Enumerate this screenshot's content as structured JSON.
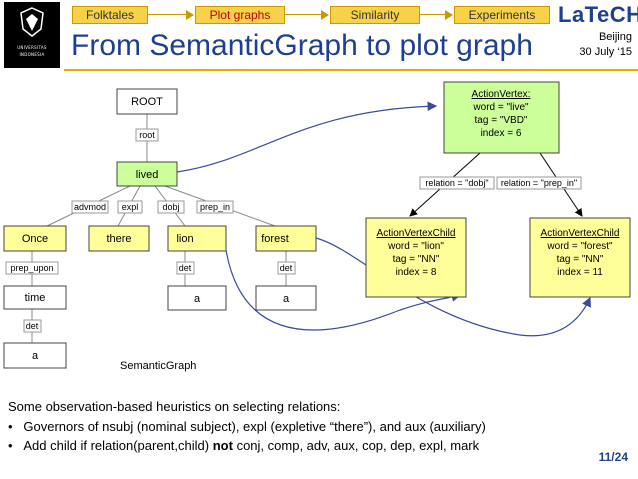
{
  "header": {
    "logo_text": [
      "UNIVERSITAS",
      "INDONESIA"
    ],
    "nav": [
      "Folktales",
      "Plot graphs",
      "Similarity",
      "Experiments"
    ],
    "active_nav": "Plot graphs",
    "brand": "LaTeCH",
    "place": "Beijing",
    "date": "30 July ‘15",
    "title": "From SemanticGraph to plot graph"
  },
  "semantic_graph": {
    "caption": "SemanticGraph",
    "nodes": {
      "root": "ROOT",
      "lived": "lived",
      "once": "Once",
      "there": "there",
      "lion": "lion",
      "forest": "forest",
      "time": "time",
      "a1": "a",
      "a2": "a",
      "a3": "a"
    },
    "edges": {
      "root": "root",
      "advmod": "advmod",
      "expl": "expl",
      "dobj": "dobj",
      "prep_in": "prep_in",
      "prep_upon": "prep_upon",
      "det1": "det",
      "det2": "det",
      "det3": "det"
    }
  },
  "plot_graph": {
    "vertex": {
      "type": "ActionVertex:",
      "word": "word = \"live\"",
      "tag": "tag = \"VBD\"",
      "index": "index = 6"
    },
    "child1": {
      "type": "ActionVertexChild",
      "word": "word = \"lion\"",
      "tag": "tag = \"NN\"",
      "index": "index = 8"
    },
    "child2": {
      "type": "ActionVertexChild",
      "word": "word = \"forest\"",
      "tag": "tag = \"NN\"",
      "index": "index = 11"
    },
    "relation1": "relation = \"dobj\"",
    "relation2": "relation = \"prep_in\""
  },
  "text": {
    "heading": "Some observation-based heuristics on selecting relations:",
    "bullet1": "Governors of nsubj (nominal subject), expl (expletive “there”), and aux (auxiliary)",
    "bullet2_pre": "Add child if relation(parent,child)",
    "bullet2_bold": "not",
    "bullet2_post": "conj, comp, adv, aux, cop, dep, expl, mark"
  },
  "page": "11/24",
  "colors": {
    "title_blue": "#1f3f8f",
    "nav_gold": "#f7d14a",
    "active_red": "#c00000",
    "node_green": "#ccff99",
    "node_yellow": "#ffff99",
    "edge_blue": "#3b4a9a"
  }
}
